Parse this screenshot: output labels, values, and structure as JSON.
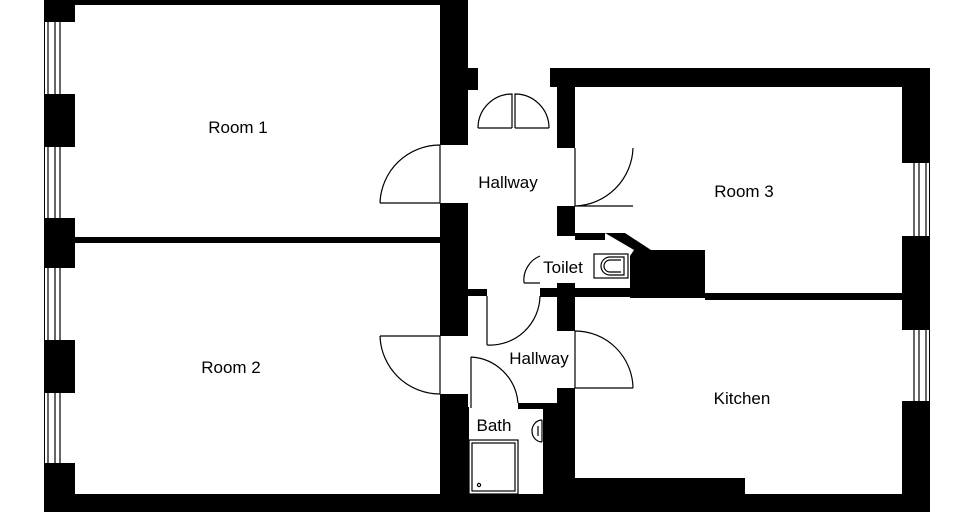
{
  "rooms": {
    "room1": "Room 1",
    "room2": "Room 2",
    "room3": "Room 3",
    "hallway_upper": "Hallway",
    "hallway_lower": "Hallway",
    "toilet": "Toilet",
    "bath": "Bath",
    "kitchen": "Kitchen"
  },
  "colors": {
    "wall": "#000000",
    "background": "#ffffff"
  }
}
